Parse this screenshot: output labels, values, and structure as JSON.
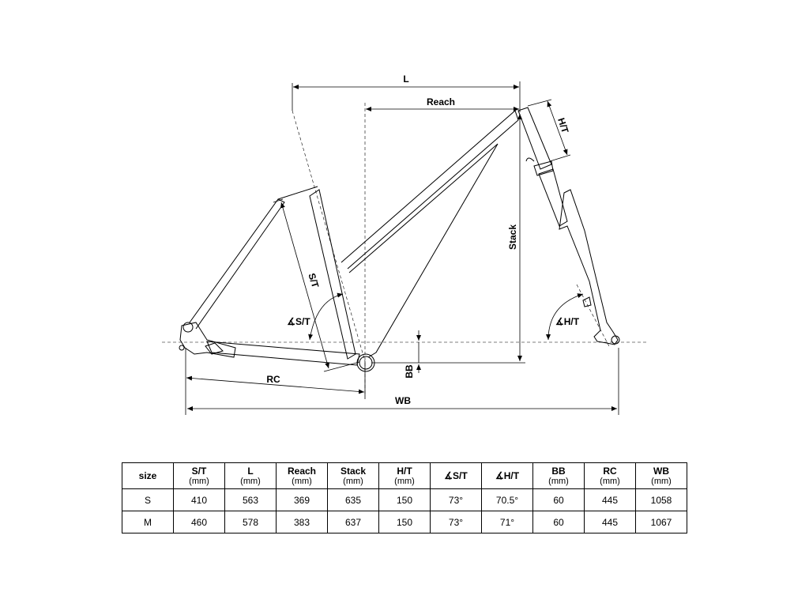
{
  "diagram": {
    "labels": {
      "l": "L",
      "reach": "Reach",
      "ht": "H/T",
      "stack": "Stack",
      "st": "S/T",
      "st_angle": "∡S/T",
      "ht_angle": "∡H/T",
      "bb": "BB",
      "rc": "RC",
      "wb": "WB"
    }
  },
  "table": {
    "headers": [
      {
        "label": "size",
        "unit": ""
      },
      {
        "label": "S/T",
        "unit": "(mm)"
      },
      {
        "label": "L",
        "unit": "(mm)"
      },
      {
        "label": "Reach",
        "unit": "(mm)"
      },
      {
        "label": "Stack",
        "unit": "(mm)"
      },
      {
        "label": "H/T",
        "unit": "(mm)"
      },
      {
        "label": "∡S/T",
        "unit": ""
      },
      {
        "label": "∡H/T",
        "unit": ""
      },
      {
        "label": "BB",
        "unit": "(mm)"
      },
      {
        "label": "RC",
        "unit": "(mm)"
      },
      {
        "label": "WB",
        "unit": "(mm)"
      }
    ],
    "rows": [
      [
        "S",
        "410",
        "563",
        "369",
        "635",
        "150",
        "73°",
        "70.5°",
        "60",
        "445",
        "1058"
      ],
      [
        "M",
        "460",
        "578",
        "383",
        "637",
        "150",
        "73°",
        "71°",
        "60",
        "445",
        "1067"
      ]
    ]
  }
}
